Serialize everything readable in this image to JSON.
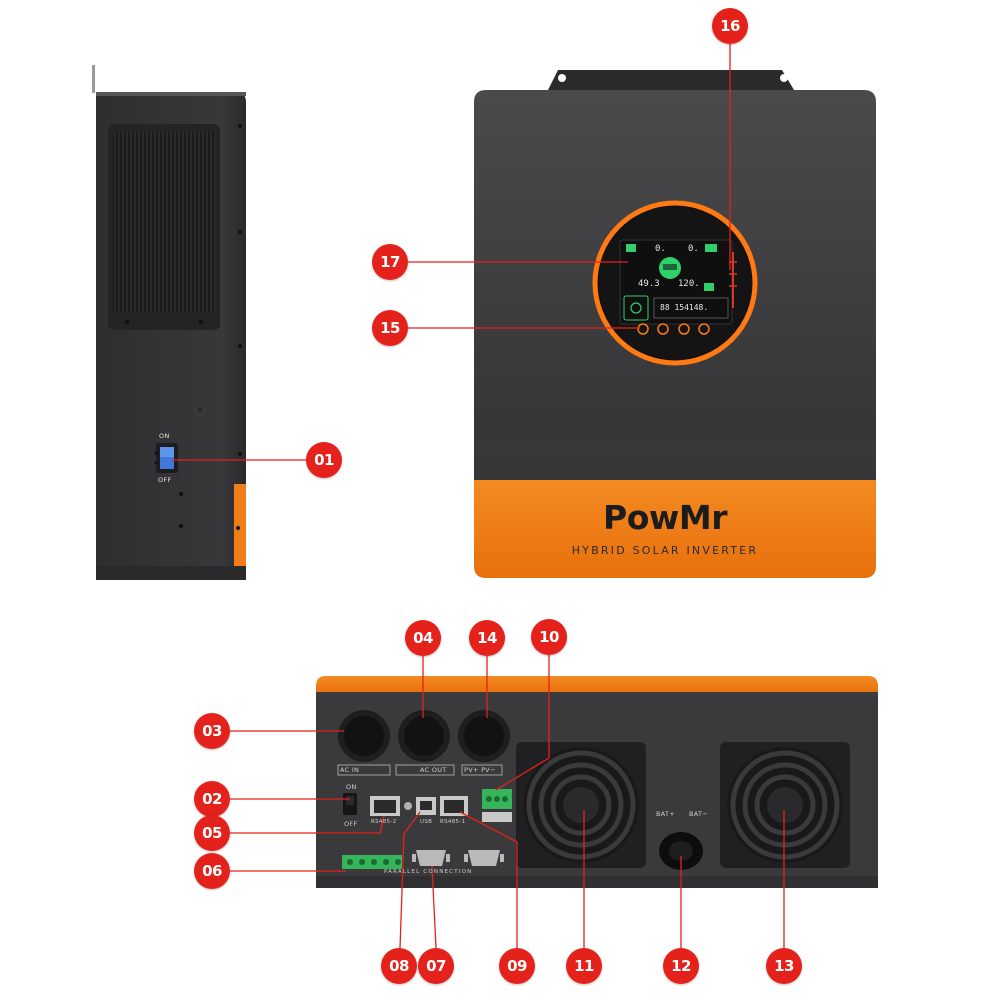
{
  "brand": {
    "name": "PowMr",
    "subtitle": "HYBRID SOLAR INVERTER"
  },
  "colors": {
    "callout": "#e4211b",
    "accent_orange": "#f07d17",
    "housing": "#3e3e40",
    "lcd_green": "#2fd06a"
  },
  "side_view": {
    "switch_on": "ON",
    "switch_off": "OFF"
  },
  "lcd": {
    "top_left": "0.",
    "top_right": "0.",
    "mid_left": "49.3",
    "mid_right": "120.",
    "bottom": "88 154148."
  },
  "bottom_panel": {
    "ac_in": "AC IN",
    "ac_out": "AC OUT",
    "pv": "PV+ PV−",
    "switch_on": "ON",
    "switch_off": "OFF",
    "rs485_2": "RS485-2",
    "usb": "USB",
    "rs485_1": "RS485-1",
    "parallel": "PARALLEL CONNECTION",
    "bat_pos": "BAT+",
    "bat_neg": "BAT−"
  },
  "callouts": [
    {
      "id": "01"
    },
    {
      "id": "02"
    },
    {
      "id": "03"
    },
    {
      "id": "04"
    },
    {
      "id": "05"
    },
    {
      "id": "06"
    },
    {
      "id": "07"
    },
    {
      "id": "08"
    },
    {
      "id": "09"
    },
    {
      "id": "10"
    },
    {
      "id": "11"
    },
    {
      "id": "12"
    },
    {
      "id": "13"
    },
    {
      "id": "14"
    },
    {
      "id": "15"
    },
    {
      "id": "16"
    },
    {
      "id": "17"
    }
  ]
}
